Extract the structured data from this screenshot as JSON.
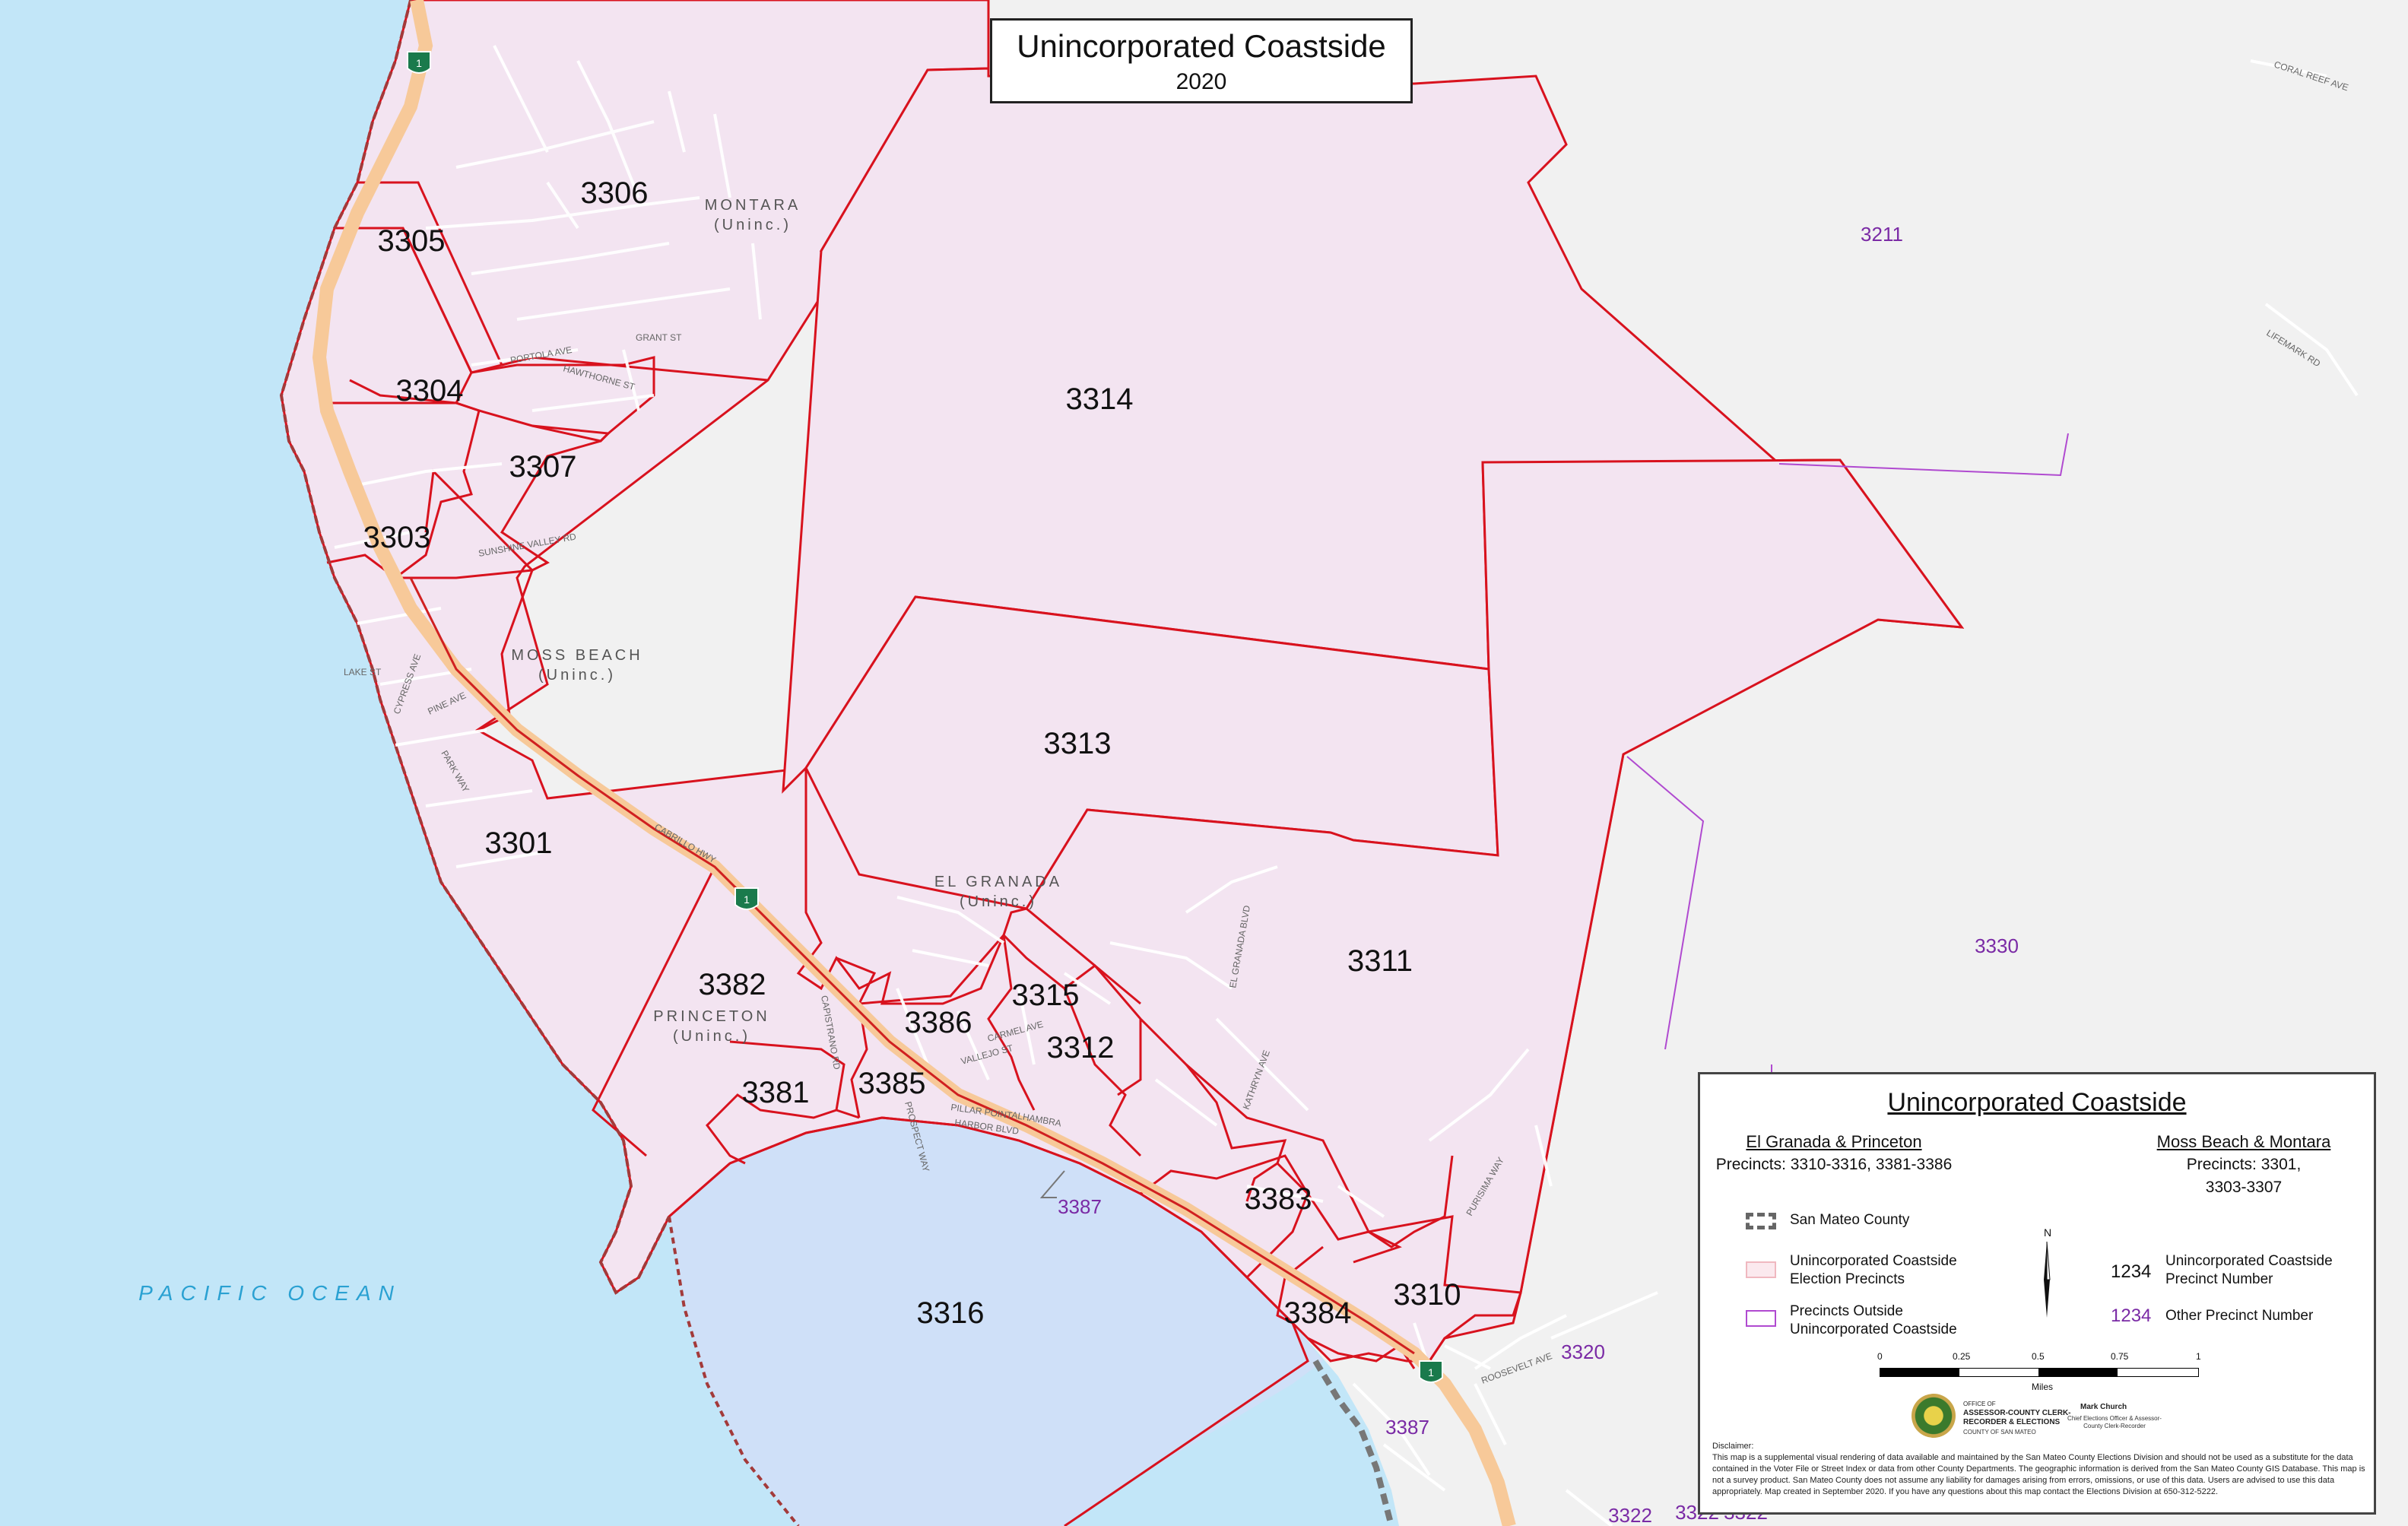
{
  "title": {
    "main": "Unincorporated Coastside",
    "sub": "2020"
  },
  "colors": {
    "ocean": "#c2e6f8",
    "bay": "#cfe0f8",
    "precinct_fill": "#f3e4f1",
    "land_outside": "#f1f1f1",
    "boundary_red": "#d8121e",
    "boundary_purple": "#b04ad0",
    "highway": "#f7c999",
    "highway_center": "#d02020",
    "roads": "#ffffff",
    "ocean_label": "#2aa1d2",
    "other_precinct": "#7a2aa5"
  },
  "precincts": [
    {
      "id": "3306",
      "label": "3306"
    },
    {
      "id": "3305",
      "label": "3305"
    },
    {
      "id": "3304",
      "label": "3304"
    },
    {
      "id": "3307",
      "label": "3307"
    },
    {
      "id": "3303",
      "label": "3303"
    },
    {
      "id": "3314",
      "label": "3314"
    },
    {
      "id": "3313",
      "label": "3313"
    },
    {
      "id": "3311",
      "label": "3311"
    },
    {
      "id": "3301",
      "label": "3301"
    },
    {
      "id": "3382",
      "label": "3382"
    },
    {
      "id": "3386",
      "label": "3386"
    },
    {
      "id": "3315",
      "label": "3315"
    },
    {
      "id": "3312",
      "label": "3312"
    },
    {
      "id": "3385",
      "label": "3385"
    },
    {
      "id": "3381",
      "label": "3381"
    },
    {
      "id": "3383",
      "label": "3383"
    },
    {
      "id": "3316",
      "label": "3316"
    },
    {
      "id": "3384",
      "label": "3384"
    },
    {
      "id": "3310",
      "label": "3310"
    }
  ],
  "other_precincts": [
    {
      "id": "3211",
      "label": "3211"
    },
    {
      "id": "3330",
      "label": "3330"
    },
    {
      "id": "3320",
      "label": "3320"
    },
    {
      "id": "3387a",
      "label": "3387"
    },
    {
      "id": "3387b",
      "label": "3387"
    },
    {
      "id": "3322a",
      "label": "3322"
    },
    {
      "id": "3322b",
      "label": "3322"
    },
    {
      "id": "3322c",
      "label": "3322"
    }
  ],
  "places": {
    "montara": [
      "MONTARA",
      "(Uninc.)"
    ],
    "moss_beach": [
      "MOSS BEACH",
      "(Uninc.)"
    ],
    "el_granada": [
      "EL GRANADA",
      "(Uninc.)"
    ],
    "princeton": [
      "PRINCETON",
      "(Uninc.)"
    ],
    "ocean": "PACIFIC OCEAN"
  },
  "streets": {
    "coral_reef": "CORAL REEF AVE",
    "lifemark": "LIFEMARK RD",
    "purisima": "PURISIMA WAY",
    "roosevelt": "ROOSEVELT AVE",
    "cabrillo": "CABRILLO HWY",
    "pillar_point": "PILLAR POINT",
    "harbor": "HARBOR BLVD",
    "alhambra": "ALHAMBRA",
    "vallejo": "VALLEJO ST",
    "carmel": "CARMEL AVE",
    "capistrano": "CAPISTRANO RD",
    "prospect": "PROSPECT WAY",
    "grant": "GRANT ST",
    "lake": "LAKE ST",
    "pine": "PINE AVE",
    "cypress": "CYPRESS AVE",
    "park": "PARK WAY",
    "portola": "PORTOLA AVE",
    "hawthorne": "HAWTHORNE ST",
    "sunshine": "SUNSHINE VALLEY RD",
    "kathryn": "KATHRYN AVE",
    "el_granada_blvd": "EL GRANADA BLVD"
  },
  "legend": {
    "title": "Unincorporated Coastside",
    "left_heading": "El Granada & Princeton",
    "left_text": "Precincts: 3310-3316, 3381-3386",
    "right_heading": "Moss Beach & Montara",
    "right_text1": "Precincts: 3301,",
    "right_text2": "3303-3307",
    "county_label": "San Mateo County",
    "election_label1": "Unincorporated Coastside",
    "election_label2": "Election Precincts",
    "outside_label1": "Precincts Outside",
    "outside_label2": "Unincorporated Coastside",
    "sample_number": "1234",
    "uc_number_label1": "Unincorporated Coastside",
    "uc_number_label2": "Precinct Number",
    "other_number_label": "Other Precinct Number",
    "scale_0": "0",
    "scale_1": "0.25",
    "scale_2": "0.5",
    "scale_3": "0.75",
    "scale_4": "1",
    "scale_unit": "Miles",
    "north": "N",
    "office_line1": "OFFICE OF",
    "office_line2": "ASSESSOR-COUNTY CLERK-",
    "office_line3": "RECORDER & ELECTIONS",
    "office_line4": "COUNTY OF SAN MATEO",
    "sig_name": "Mark Church",
    "sig_title": "Chief Elections Officer & Assessor-County Clerk-Recorder",
    "disclaimer_head": "Disclaimer:",
    "disclaimer_text": "This map is a supplemental visual rendering of data available and maintained by the San Mateo County Elections Division and should not be used as a substitute for the data contained in the Voter File or Street Index or data from other County Departments. The geographic information is derived from the San Mateo County GIS Database. This map is not a survey product. San Mateo County does not assume any liability for damages arising from errors, omissions, or use of this data. Users are advised to use this data appropriately. Map created in September 2020. If you have any questions about this map contact the Elections Division at 650-312-5222."
  }
}
